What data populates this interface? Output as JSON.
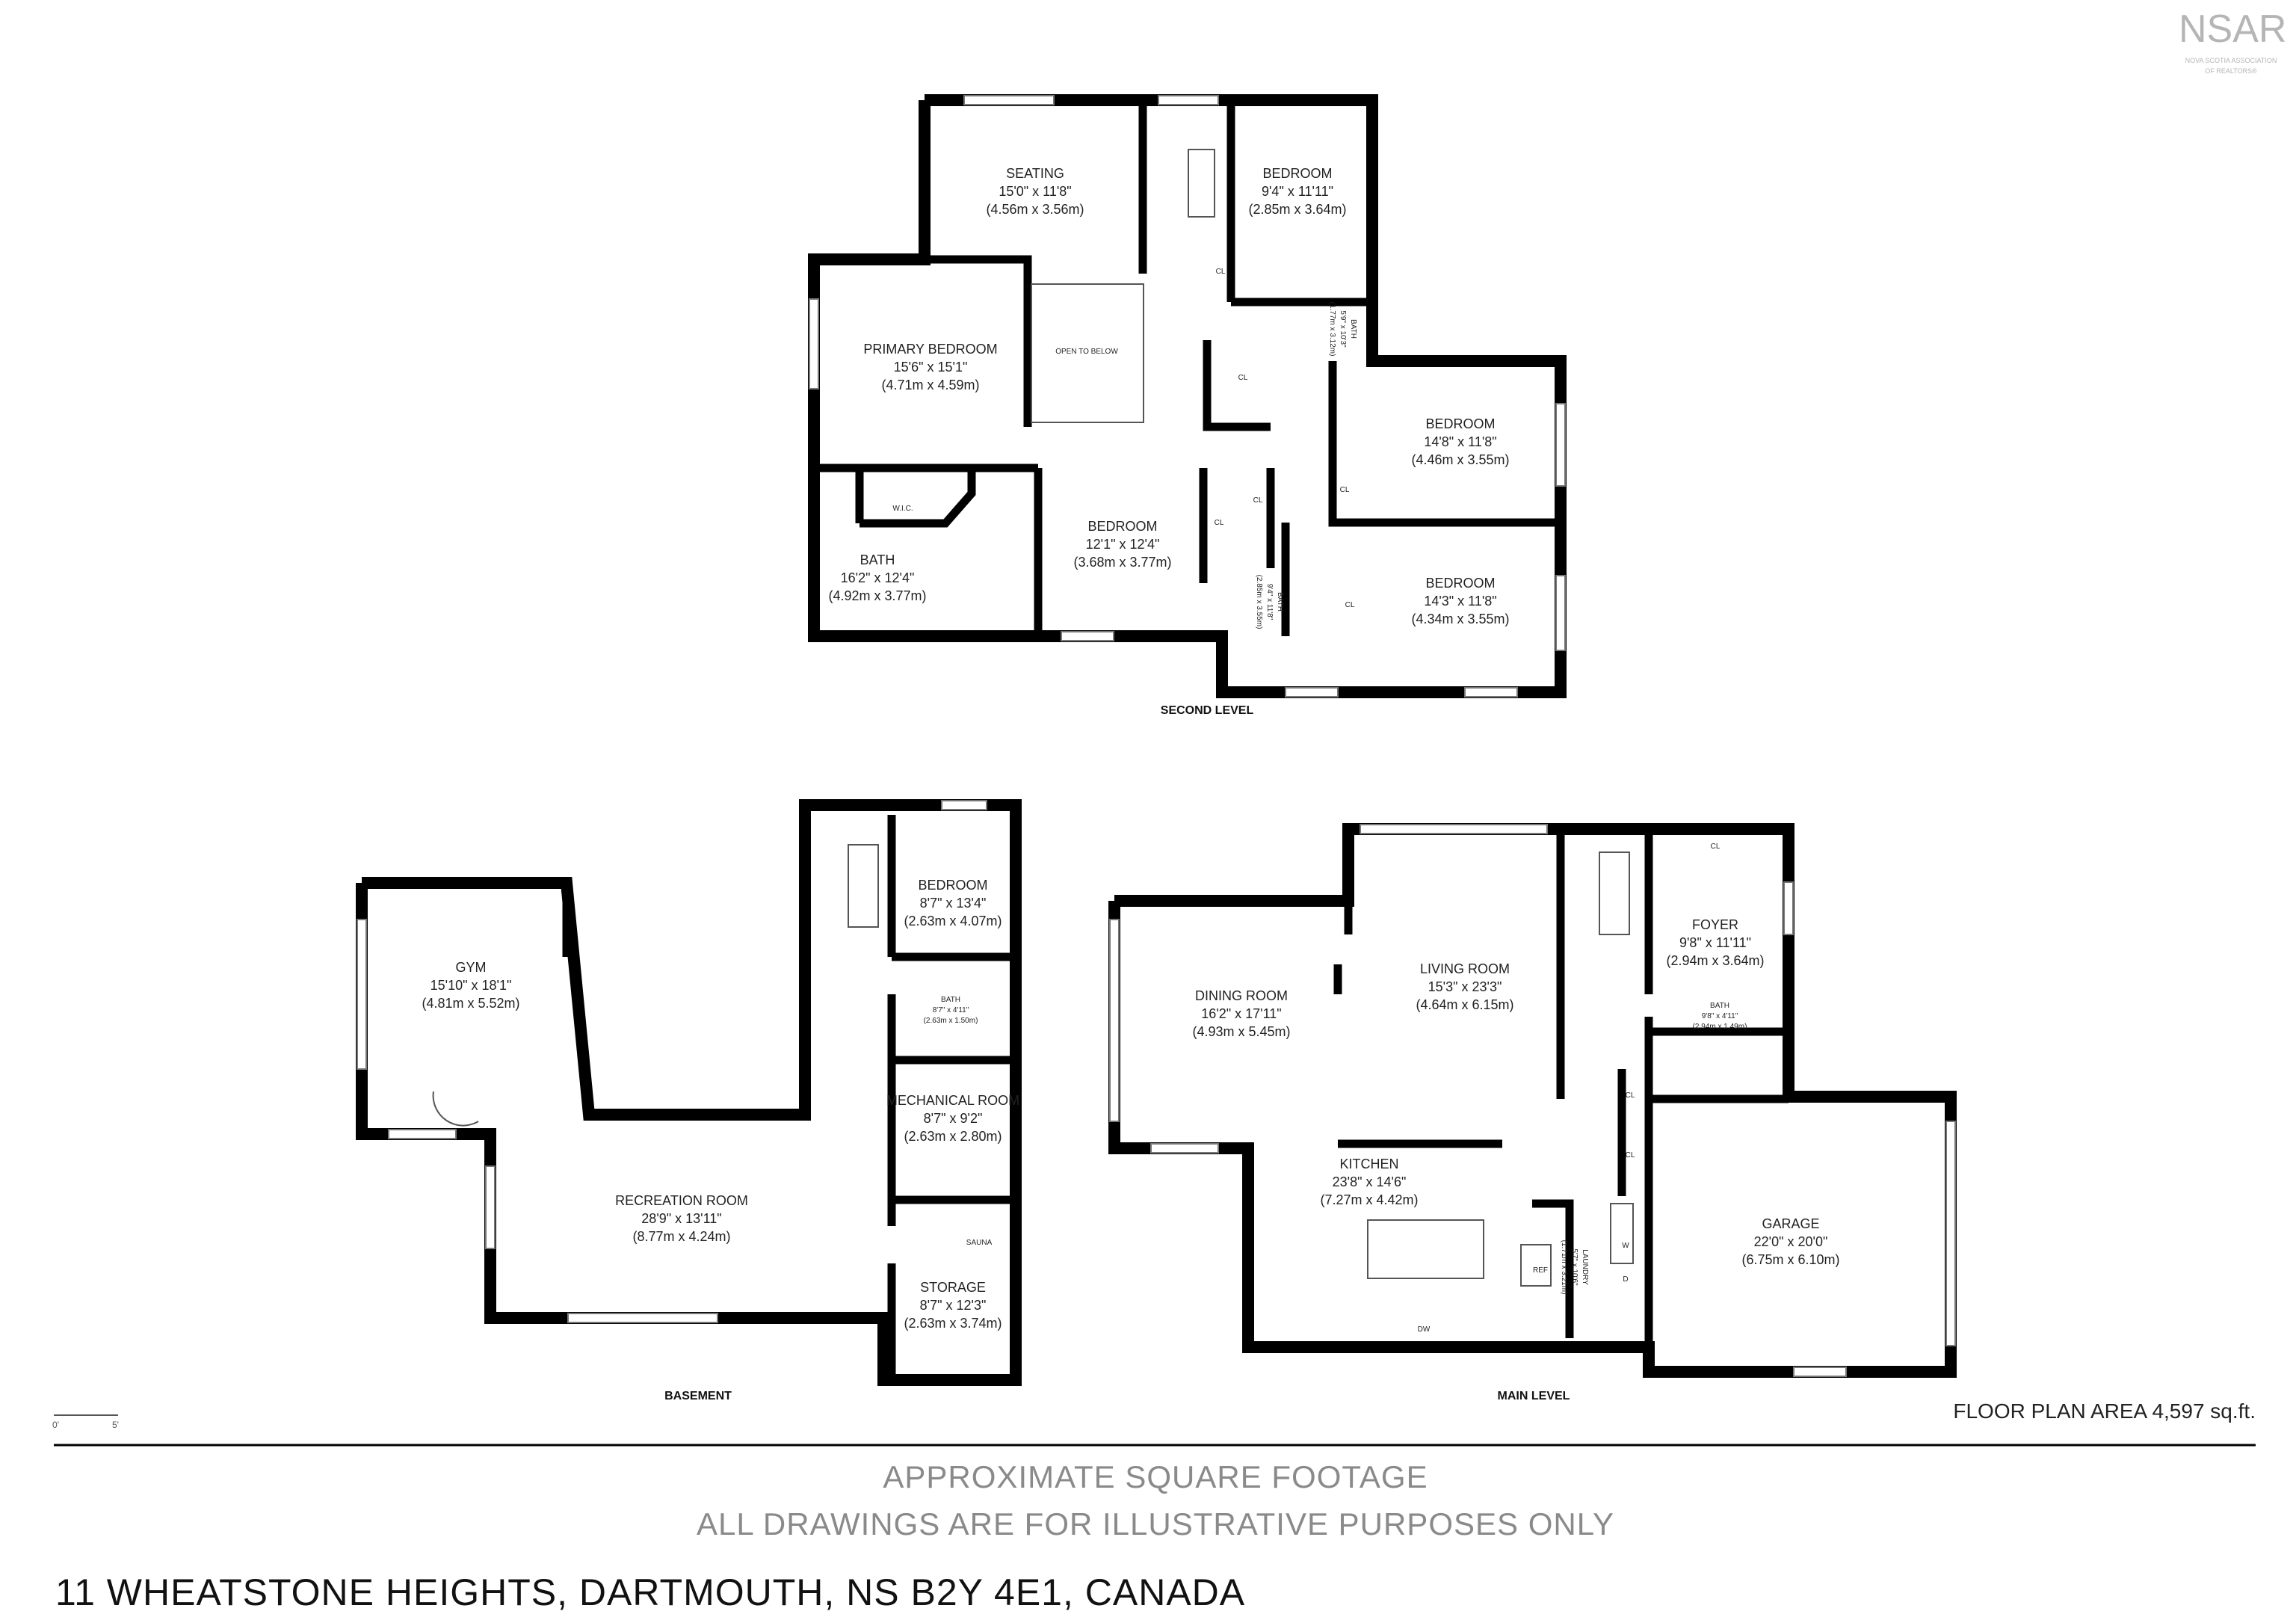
{
  "logo": {
    "text": "NSAR",
    "line1": "NOVA SCOTIA ASSOCIATION",
    "line2": "OF REALTORS®"
  },
  "levels": {
    "second": {
      "title": "SECOND LEVEL",
      "rooms": [
        {
          "name": "SEATING",
          "imperial": "15'0\" x 11'8\"",
          "metric": "(4.56m x 3.56m)"
        },
        {
          "name": "BEDROOM",
          "imperial": "9'4\" x 11'11\"",
          "metric": "(2.85m x 3.64m)"
        },
        {
          "name": "PRIMARY BEDROOM",
          "imperial": "15'6\" x 15'1\"",
          "metric": "(4.71m x 4.59m)"
        },
        {
          "name": "OPEN TO BELOW"
        },
        {
          "name": "BEDROOM",
          "imperial": "14'8\" x 11'8\"",
          "metric": "(4.46m x 3.55m)"
        },
        {
          "name": "W.I.C."
        },
        {
          "name": "BEDROOM",
          "imperial": "12'1\" x 12'4\"",
          "metric": "(3.68m x 3.77m)"
        },
        {
          "name": "BATH",
          "imperial": "16'2\" x 12'4\"",
          "metric": "(4.92m x 3.77m)"
        },
        {
          "name": "BEDROOM",
          "imperial": "14'3\" x 11'8\"",
          "metric": "(4.34m x 3.55m)"
        },
        {
          "name": "BATH",
          "imperial": "5'9\" x 10'3\"",
          "metric": "(1.77m x 3.12m)"
        },
        {
          "name": "BATH",
          "imperial": "9'4\" x 11'8\"",
          "metric": "(2.85m x 3.55m)"
        },
        {
          "name": "CL"
        },
        {
          "name": "CL"
        },
        {
          "name": "CL"
        },
        {
          "name": "CL"
        },
        {
          "name": "CL"
        },
        {
          "name": "CL"
        }
      ]
    },
    "basement": {
      "title": "BASEMENT",
      "rooms": [
        {
          "name": "GYM",
          "imperial": "15'10\" x 18'1\"",
          "metric": "(4.81m x 5.52m)"
        },
        {
          "name": "BEDROOM",
          "imperial": "8'7\" x 13'4\"",
          "metric": "(2.63m x 4.07m)"
        },
        {
          "name": "BATH",
          "imperial": "8'7\" x 4'11\"",
          "metric": "(2.63m x 1.50m)"
        },
        {
          "name": "MECHANICAL ROOM",
          "imperial": "8'7\" x 9'2\"",
          "metric": "(2.63m x 2.80m)"
        },
        {
          "name": "RECREATION ROOM",
          "imperial": "28'9\" x 13'11\"",
          "metric": "(8.77m x 4.24m)"
        },
        {
          "name": "SAUNA"
        },
        {
          "name": "STORAGE",
          "imperial": "8'7\" x 12'3\"",
          "metric": "(2.63m x 3.74m)"
        }
      ]
    },
    "main": {
      "title": "MAIN LEVEL",
      "rooms": [
        {
          "name": "DINING ROOM",
          "imperial": "16'2\" x 17'11\"",
          "metric": "(4.93m x 5.45m)"
        },
        {
          "name": "LIVING ROOM",
          "imperial": "15'3\" x 23'3\"",
          "metric": "(4.64m x 6.15m)"
        },
        {
          "name": "FOYER",
          "imperial": "9'8\" x 11'11\"",
          "metric": "(2.94m x 3.64m)"
        },
        {
          "name": "BATH",
          "imperial": "9'8\" x 4'11\"",
          "metric": "(2.94m x 1.49m)"
        },
        {
          "name": "KITCHEN",
          "imperial": "23'8\" x 14'6\"",
          "metric": "(7.27m x 4.42m)"
        },
        {
          "name": "LAUNDRY",
          "imperial": "5'7\" x 10'6\"",
          "metric": "(1.71m x 3.21m)"
        },
        {
          "name": "GARAGE",
          "imperial": "22'0\" x 20'0\"",
          "metric": "(6.75m x 6.10m)"
        },
        {
          "name": "CL"
        },
        {
          "name": "CL"
        },
        {
          "name": "CL"
        },
        {
          "name": "REF"
        },
        {
          "name": "DW"
        },
        {
          "name": "W"
        },
        {
          "name": "D"
        }
      ]
    }
  },
  "scale_bar": {
    "start": "0'",
    "end": "5'"
  },
  "footer": {
    "area": "FLOOR PLAN AREA 4,597 sq.ft.",
    "line1": "APPROXIMATE SQUARE FOOTAGE",
    "line2": "ALL DRAWINGS ARE FOR ILLUSTRATIVE PURPOSES ONLY",
    "address": "11 WHEATSTONE HEIGHTS, DARTMOUTH, NS B2Y 4E1, CANADA"
  }
}
